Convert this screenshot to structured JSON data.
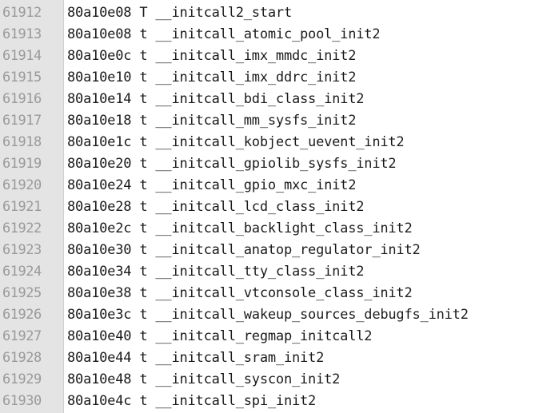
{
  "editor": {
    "line_numbers": [
      "61912",
      "61913",
      "61914",
      "61915",
      "61916",
      "61917",
      "61918",
      "61919",
      "61920",
      "61921",
      "61922",
      "61923",
      "61924",
      "61925",
      "61926",
      "61927",
      "61928",
      "61929",
      "61930"
    ],
    "lines": [
      "80a10e08 T __initcall2_start",
      "80a10e08 t __initcall_atomic_pool_init2",
      "80a10e0c t __initcall_imx_mmdc_init2",
      "80a10e10 t __initcall_imx_ddrc_init2",
      "80a10e14 t __initcall_bdi_class_init2",
      "80a10e18 t __initcall_mm_sysfs_init2",
      "80a10e1c t __initcall_kobject_uevent_init2",
      "80a10e20 t __initcall_gpiolib_sysfs_init2",
      "80a10e24 t __initcall_gpio_mxc_init2",
      "80a10e28 t __initcall_lcd_class_init2",
      "80a10e2c t __initcall_backlight_class_init2",
      "80a10e30 t __initcall_anatop_regulator_init2",
      "80a10e34 t __initcall_tty_class_init2",
      "80a10e38 t __initcall_vtconsole_class_init2",
      "80a10e3c t __initcall_wakeup_sources_debugfs_init2",
      "80a10e40 t __initcall_regmap_initcall2",
      "80a10e44 t __initcall_sram_init2",
      "80a10e48 t __initcall_syscon_init2",
      "80a10e4c t __initcall_spi_init2"
    ]
  }
}
